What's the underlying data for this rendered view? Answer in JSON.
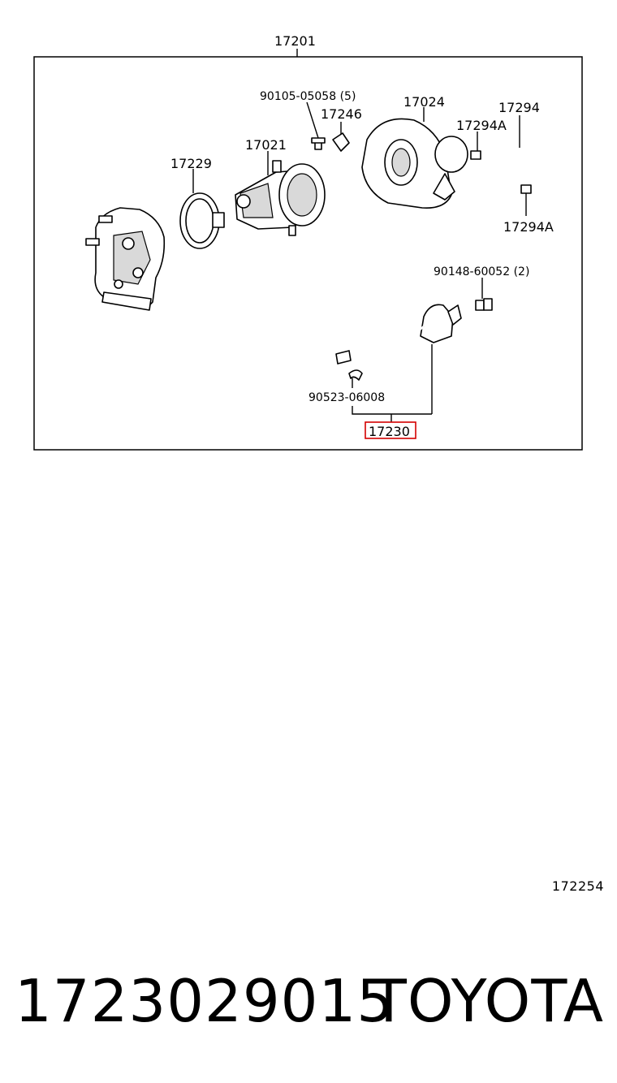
{
  "diagram": {
    "assembly_label": "17201",
    "labels": {
      "bolt_set": "90105-05058 (5)",
      "gasket_small": "17246",
      "housing": "17024",
      "hose": "17294",
      "clamp_upper": "17294A",
      "clamp_lower": "17294A",
      "cartridge": "17021",
      "clamp_ring": "17229",
      "bolt_pair": "90148-60052 (2)",
      "clip": "90523-06008",
      "actuator": "17230"
    },
    "highlight_color": "#d40000"
  },
  "footer": {
    "diagram_code": "172254",
    "part_number": "1723029015",
    "brand": "TOYOTA"
  }
}
